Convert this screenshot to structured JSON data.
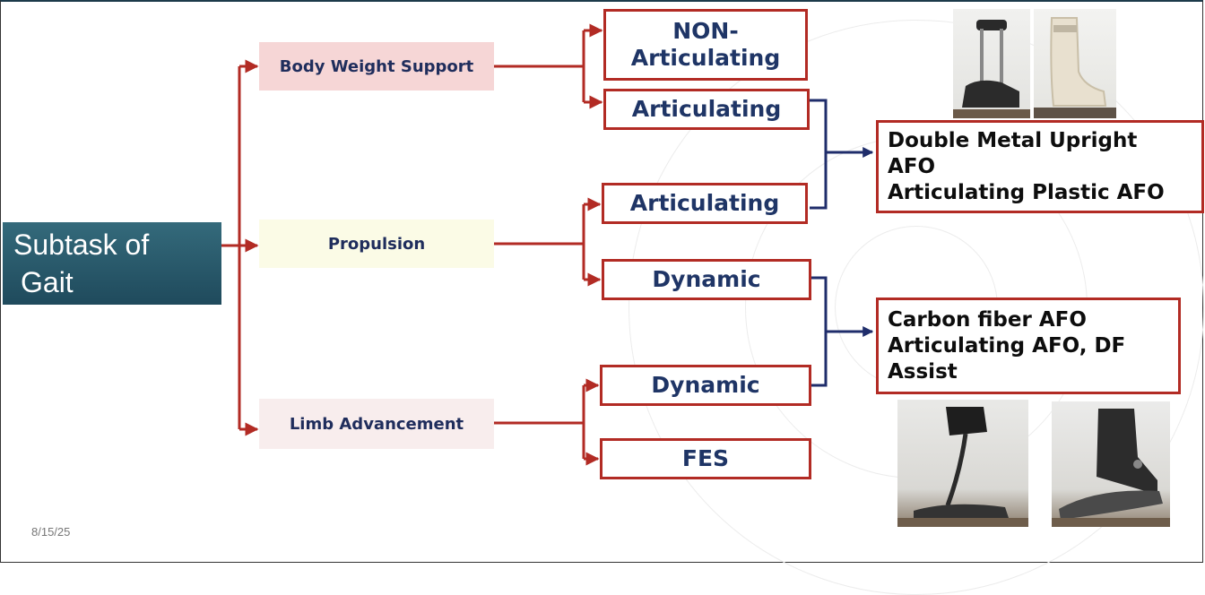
{
  "root": {
    "line1": "Subtask of",
    "line2": "Gait"
  },
  "categories": [
    {
      "label": "Body Weight Support",
      "fill": "#f6d6d6"
    },
    {
      "label": "Propulsion",
      "fill": "#fbfbe6"
    },
    {
      "label": "Limb Advancement",
      "fill": "#f8eded"
    }
  ],
  "options": {
    "bws_non_line1": "NON-",
    "bws_non_line2": "Articulating",
    "bws_articulating": "Articulating",
    "prop_articulating": "Articulating",
    "prop_dynamic": "Dynamic",
    "limb_dynamic": "Dynamic",
    "limb_fes": "FES"
  },
  "results": {
    "articulating": [
      "Double Metal Upright",
      "AFO",
      "Articulating Plastic AFO"
    ],
    "dynamic": [
      "Carbon fiber AFO",
      "Articulating AFO, DF",
      "Assist"
    ]
  },
  "date": "8/15/25",
  "colors": {
    "red_connector": "#b22b24",
    "navy_connector": "#1f2d6b",
    "root_fill": "#2a5a6c"
  }
}
